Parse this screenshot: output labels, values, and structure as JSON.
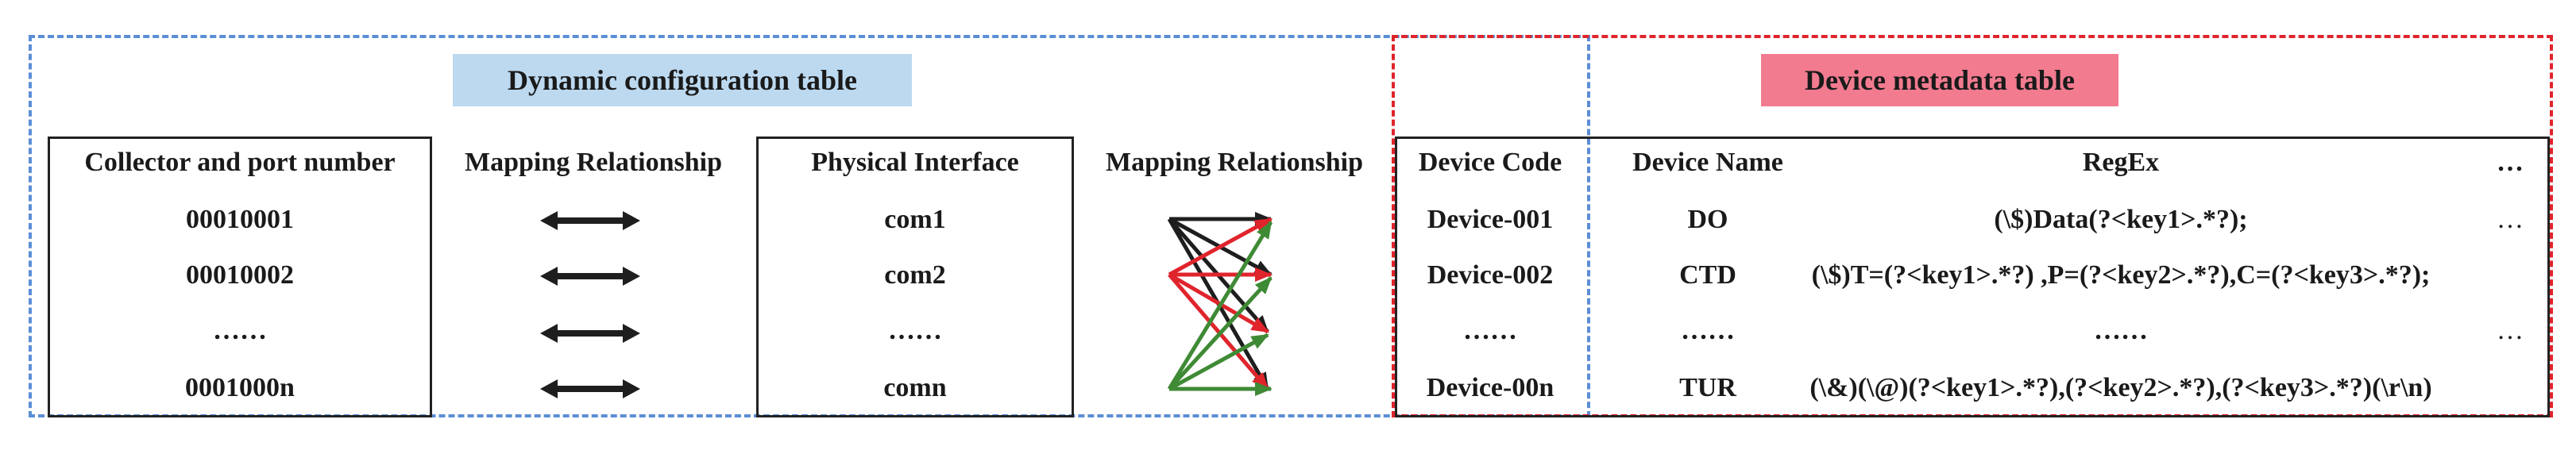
{
  "dynamic_table": {
    "title": "Dynamic configuration table",
    "title_bg": "#bcd9f0",
    "frame_color": "#5b8ed6",
    "collector": {
      "header": "Collector and port number",
      "rows": [
        "00010001",
        "00010002",
        "……",
        "0001000n"
      ]
    },
    "mapping1": {
      "header": "Mapping Relationship"
    },
    "physical": {
      "header": "Physical Interface",
      "rows": [
        "com1",
        "com2",
        "……",
        "comn"
      ]
    },
    "mapping2": {
      "header": "Mapping Relationship"
    }
  },
  "device_table": {
    "title": "Device metadata table",
    "title_bg": "#f27b8f",
    "frame_color": "#e0242c",
    "code": {
      "header": "Device Code",
      "rows": [
        "Device-001",
        "Device-002",
        "……",
        "Device-00n"
      ]
    },
    "name": {
      "header": "Device Name",
      "rows": [
        "DO",
        "CTD",
        "……",
        "TUR"
      ]
    },
    "regex": {
      "header": "RegEx",
      "rows": [
        "(\\$)Data(?<key1>.*?);",
        "(\\$)T=(?<key1>.*?) ,P=(?<key2>.*?),C=(?<key3>.*?);",
        "……",
        "(\\&)(\\@)(?<key1>.*?),(?<key2>.*?),(?<key3>.*?)(\\r\\n)"
      ]
    },
    "more": {
      "header": "…",
      "rows": [
        "…",
        "",
        "…",
        ""
      ]
    }
  },
  "arrow_colors": {
    "black": "#1e1e1e",
    "red": "#e0242c",
    "green": "#3f8a35"
  }
}
